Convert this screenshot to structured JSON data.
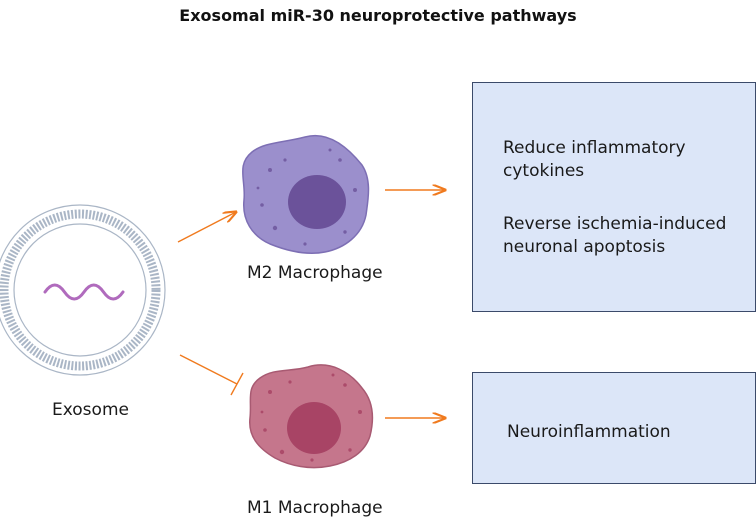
{
  "title": "Exosomal miR-30 neuroprotective pathways",
  "labels": {
    "exosome": "Exosome",
    "m2": "M2 Macrophage",
    "m1": "M1 Macrophage"
  },
  "boxes": {
    "top": {
      "line1": "Reduce inflammatory",
      "line2": "cytokines",
      "line3": "Reverse ischemia-induced",
      "line4": "neuronal apoptosis"
    },
    "bottom": {
      "line1": "Neuroinflammation"
    }
  },
  "colors": {
    "arrow": "#f07a1e",
    "box_fill": "#dce6f8",
    "m2_cell": "#9b8fcc",
    "m2_nucleus": "#6b529a",
    "m1_cell": "#c5768c",
    "m1_nucleus": "#a84465",
    "mirna": "#b06bbd"
  }
}
